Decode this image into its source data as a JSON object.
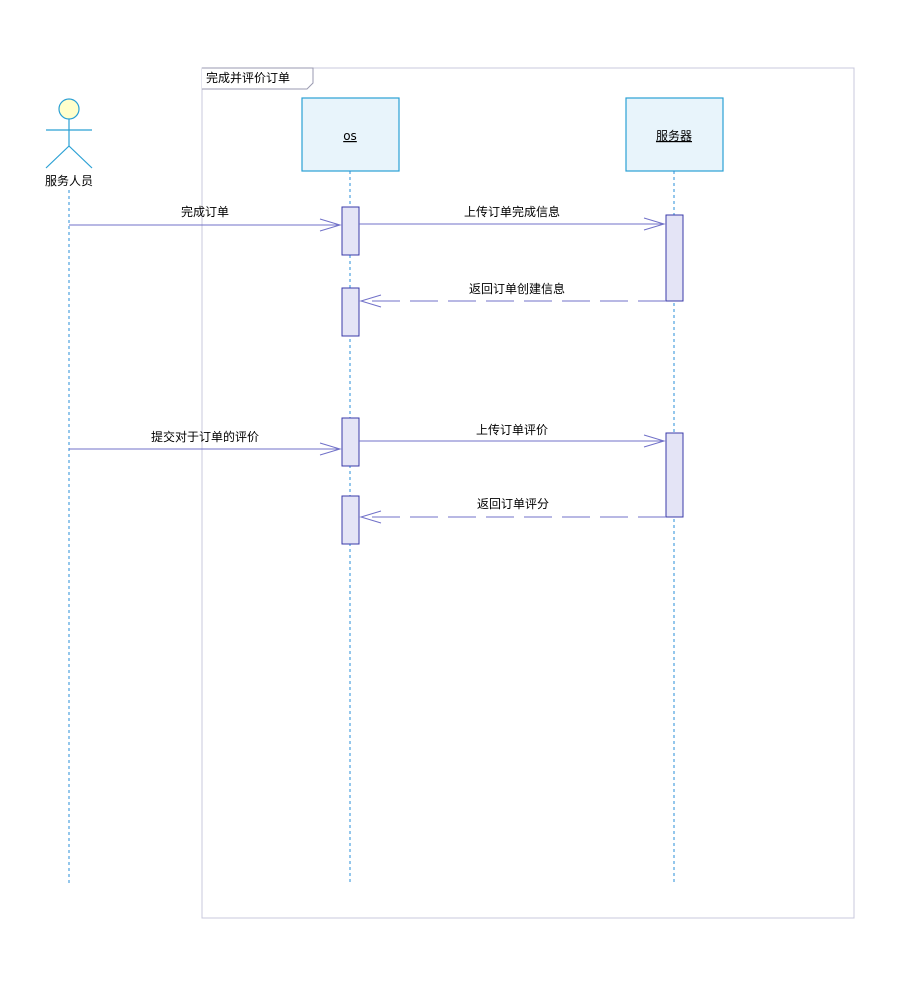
{
  "frame": {
    "title": "完成并评价订单"
  },
  "actor": {
    "label": "服务人员"
  },
  "lifelines": [
    {
      "id": "os",
      "label": "os"
    },
    {
      "id": "server",
      "label": "服务器"
    }
  ],
  "messages": [
    {
      "label": "完成订单",
      "type": "sync"
    },
    {
      "label": "上传订单完成信息",
      "type": "sync"
    },
    {
      "label": "返回订单创建信息",
      "type": "return"
    },
    {
      "label": "提交对于订单的评价",
      "type": "sync"
    },
    {
      "label": "上传订单评价",
      "type": "sync"
    },
    {
      "label": "返回订单评分",
      "type": "return"
    }
  ],
  "colors": {
    "frame_border": "#c8c8dc",
    "object_fill": "#e8f4fb",
    "object_border": "#2aa0d4",
    "lifeline": "#2a8fd8",
    "activation_fill": "#e4e4f6",
    "activation_border": "#3a3aa8",
    "message_line": "#7070c8",
    "actor_head_fill": "#ffffcc",
    "actor_stroke": "#2aa0d4"
  }
}
